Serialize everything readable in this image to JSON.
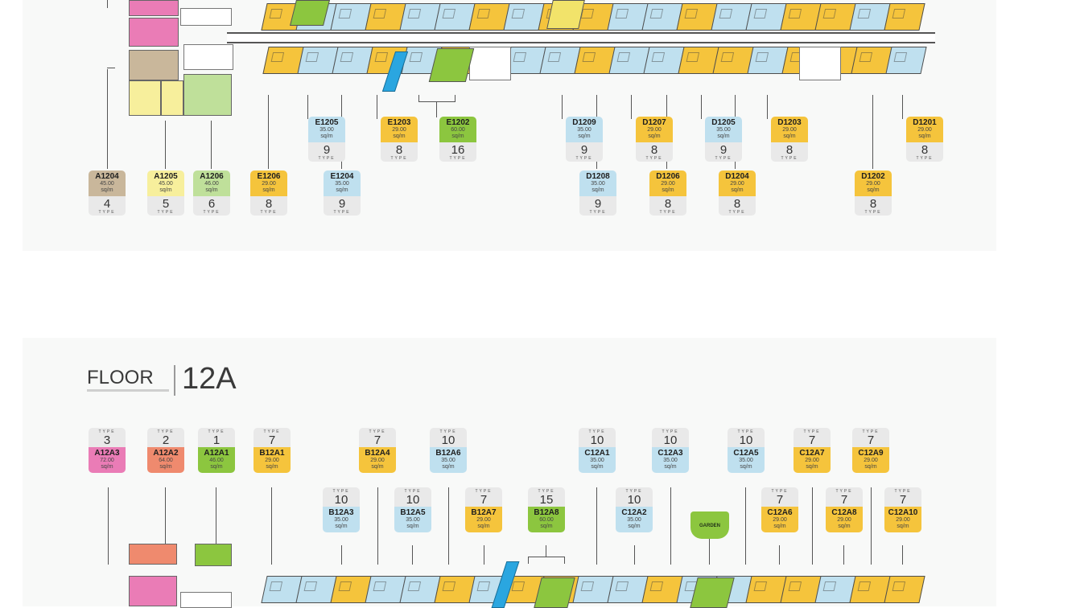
{
  "colors": {
    "yellow": "#f5c43c",
    "blue": "#bfe0ef",
    "green": "#8cc63f",
    "pink": "#ea7cb6",
    "salmon": "#ef8a6e",
    "tan": "#c9b79b",
    "pale_yellow": "#f7ef9c",
    "light_green": "#bfe09a"
  },
  "floor_12": {
    "labels": [
      {
        "id": "E1205",
        "area": "35.00",
        "unit": "sq/m",
        "type": "9",
        "color": "blue"
      },
      {
        "id": "E1203",
        "area": "29.00",
        "unit": "sq/m",
        "type": "8",
        "color": "yellow"
      },
      {
        "id": "E1202",
        "area": "60.00",
        "unit": "sq/m",
        "type": "16",
        "color": "green"
      },
      {
        "id": "D1209",
        "area": "35.00",
        "unit": "sq/m",
        "type": "9",
        "color": "blue"
      },
      {
        "id": "D1207",
        "area": "29.00",
        "unit": "sq/m",
        "type": "8",
        "color": "yellow"
      },
      {
        "id": "D1205",
        "area": "35.00",
        "unit": "sq/m",
        "type": "9",
        "color": "blue"
      },
      {
        "id": "D1203",
        "area": "29.00",
        "unit": "sq/m",
        "type": "8",
        "color": "yellow"
      },
      {
        "id": "D1201",
        "area": "29.00",
        "unit": "sq/m",
        "type": "8",
        "color": "yellow"
      },
      {
        "id": "A1204",
        "area": "45.00",
        "unit": "sq/m",
        "type": "4",
        "color": "tan"
      },
      {
        "id": "A1205",
        "area": "45.00",
        "unit": "sq/m",
        "type": "5",
        "color": "pale_yellow"
      },
      {
        "id": "A1206",
        "area": "46.00",
        "unit": "sq/m",
        "type": "6",
        "color": "light_green"
      },
      {
        "id": "E1206",
        "area": "29.00",
        "unit": "sq/m",
        "type": "8",
        "color": "yellow"
      },
      {
        "id": "E1204",
        "area": "35.00",
        "unit": "sq/m",
        "type": "9",
        "color": "blue"
      },
      {
        "id": "D1208",
        "area": "35.00",
        "unit": "sq/m",
        "type": "9",
        "color": "blue"
      },
      {
        "id": "D1206",
        "area": "29.00",
        "unit": "sq/m",
        "type": "8",
        "color": "yellow"
      },
      {
        "id": "D1204",
        "area": "29.00",
        "unit": "sq/m",
        "type": "8",
        "color": "yellow"
      },
      {
        "id": "D1202",
        "area": "29.00",
        "unit": "sq/m",
        "type": "8",
        "color": "yellow"
      }
    ]
  },
  "floor_12a": {
    "title_word": "FLOOR",
    "title_number": "12A",
    "labels": [
      {
        "id": "A12A3",
        "area": "72.00",
        "unit": "sq/m",
        "type": "3",
        "color": "pink"
      },
      {
        "id": "A12A2",
        "area": "64.00",
        "unit": "sq/m",
        "type": "2",
        "color": "salmon"
      },
      {
        "id": "A12A1",
        "area": "46.00",
        "unit": "sq/m",
        "type": "1",
        "color": "green"
      },
      {
        "id": "B12A1",
        "area": "29.00",
        "unit": "sq/m",
        "type": "7",
        "color": "yellow"
      },
      {
        "id": "B12A4",
        "area": "29.00",
        "unit": "sq/m",
        "type": "7",
        "color": "yellow"
      },
      {
        "id": "B12A6",
        "area": "35.00",
        "unit": "sq/m",
        "type": "10",
        "color": "blue"
      },
      {
        "id": "C12A1",
        "area": "35.00",
        "unit": "sq/m",
        "type": "10",
        "color": "blue"
      },
      {
        "id": "C12A3",
        "area": "35.00",
        "unit": "sq/m",
        "type": "10",
        "color": "blue"
      },
      {
        "id": "C12A5",
        "area": "35.00",
        "unit": "sq/m",
        "type": "10",
        "color": "blue"
      },
      {
        "id": "C12A7",
        "area": "29.00",
        "unit": "sq/m",
        "type": "7",
        "color": "yellow"
      },
      {
        "id": "C12A9",
        "area": "29.00",
        "unit": "sq/m",
        "type": "7",
        "color": "yellow"
      },
      {
        "id": "B12A3",
        "area": "35.00",
        "unit": "sq/m",
        "type": "10",
        "color": "blue"
      },
      {
        "id": "B12A5",
        "area": "35.00",
        "unit": "sq/m",
        "type": "10",
        "color": "blue"
      },
      {
        "id": "B12A7",
        "area": "29.00",
        "unit": "sq/m",
        "type": "7",
        "color": "yellow"
      },
      {
        "id": "B12A8",
        "area": "60.00",
        "unit": "sq/m",
        "type": "15",
        "color": "green"
      },
      {
        "id": "C12A2",
        "area": "35.00",
        "unit": "sq/m",
        "type": "10",
        "color": "blue"
      },
      {
        "id": "C12A6",
        "area": "29.00",
        "unit": "sq/m",
        "type": "7",
        "color": "yellow"
      },
      {
        "id": "C12A8",
        "area": "29.00",
        "unit": "sq/m",
        "type": "7",
        "color": "yellow"
      },
      {
        "id": "C12A10",
        "area": "29.00",
        "unit": "sq/m",
        "type": "7",
        "color": "yellow"
      }
    ],
    "garden_label": "GARDEN"
  },
  "type_word": "TYPE"
}
